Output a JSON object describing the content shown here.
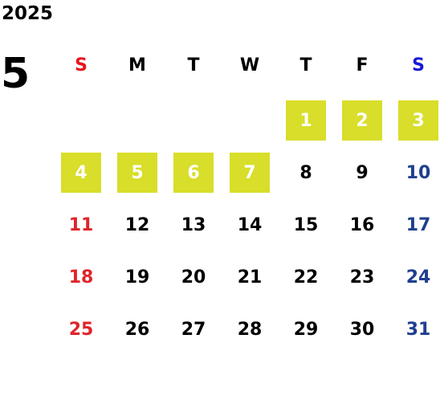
{
  "calendar": {
    "year": "2025",
    "month": "5",
    "weekdays": [
      "S",
      "M",
      "T",
      "W",
      "T",
      "F",
      "S"
    ],
    "weeks": [
      [
        "",
        "",
        "",
        "",
        "1",
        "2",
        "3"
      ],
      [
        "4",
        "5",
        "6",
        "7",
        "8",
        "9",
        "10"
      ],
      [
        "11",
        "12",
        "13",
        "14",
        "15",
        "16",
        "17"
      ],
      [
        "18",
        "19",
        "20",
        "21",
        "22",
        "23",
        "24"
      ],
      [
        "25",
        "26",
        "27",
        "28",
        "29",
        "30",
        "31"
      ]
    ],
    "highlighted_days": [
      "1",
      "2",
      "3",
      "4",
      "5",
      "6",
      "7"
    ]
  },
  "colors": {
    "sunday_header": "#e8141c",
    "saturday_header": "#1a1ad6",
    "sunday_day": "#e0242a",
    "saturday_day": "#1f3f8f",
    "weekday": "#000000",
    "highlight_bg": "#d8de2a",
    "highlight_text": "#ffffff"
  }
}
